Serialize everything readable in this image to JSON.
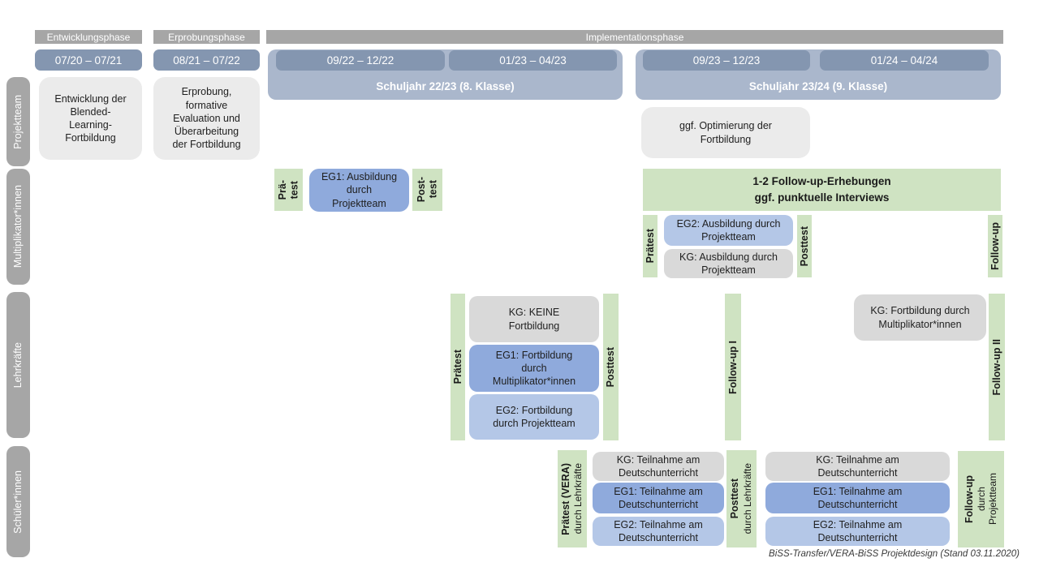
{
  "header": {
    "phases": [
      "Entwicklungsphase",
      "Erprobungsphase",
      "Implementationsphase"
    ],
    "date_ranges": [
      "07/20 – 07/21",
      "08/21 – 07/22",
      "09/22 – 12/22",
      "01/23 – 04/23",
      "09/23 – 12/23",
      "01/24 – 04/24"
    ],
    "school_years": [
      "Schuljahr 22/23 (8. Klasse)",
      "Schuljahr 23/24 (9. Klasse)"
    ]
  },
  "sidebar": {
    "rows": [
      "Projektteam",
      "Multiplikator*innen",
      "Lehrkräfte",
      "Schüler*innen"
    ]
  },
  "projektteam": {
    "development": "Entwicklung der\nBlended-\nLearning-\nFortbildung",
    "trial": "Erprobung,\nformative\nEvaluation und\nÜberarbeitung\nder Fortbildung",
    "optimization": "ggf. Optimierung der\nFortbildung"
  },
  "multiplikatoren": {
    "praetest_short": "Prä-\ntest",
    "eg1": "EG1: Ausbildung\ndurch\nProjektteam",
    "posttest_short": "Post-\ntest",
    "followup_box": "1-2 Follow-up-Erhebungen\nggf. punktuelle Interviews",
    "praetest": "Prätest",
    "eg2": "EG2: Ausbildung durch\nProjektteam",
    "kg": "KG: Ausbildung durch\nProjektteam",
    "posttest": "Posttest",
    "followup": "Follow-up"
  },
  "lehrkraefte": {
    "praetest": "Prätest",
    "kg": "KG: KEINE\nFortbildung",
    "eg1": "EG1: Fortbildung\ndurch\nMultiplikator*innen",
    "eg2": "EG2: Fortbildung\ndurch Projektteam",
    "posttest": "Posttest",
    "followup1": "Follow-up I",
    "kg_followup": "KG: Fortbildung durch\nMultiplikator*innen",
    "followup2": "Follow-up II"
  },
  "schueler": {
    "praetest_main": "Prätest (VERA)",
    "praetest_sub": "durch Lehrkräfte",
    "kg_1": "KG: Teilnahme am\nDeutschunterricht",
    "eg1_1": "EG1: Teilnahme am\nDeutschunterricht",
    "eg2_1": "EG2: Teilnahme am\nDeutschunterricht",
    "posttest_main": "Posttest",
    "posttest_sub": "durch Lehrkräfte",
    "kg_2": "KG: Teilnahme am\nDeutschunterricht",
    "eg1_2": "EG1: Teilnahme am\nDeutschunterricht",
    "eg2_2": "EG2: Teilnahme am\nDeutschunterricht",
    "followup_main": "Follow-up",
    "followup_sub": "durch\nProjektteam"
  },
  "footer": {
    "caption": "BiSS-Transfer/VERA-BiSS Projektdesign (Stand 03.11.2020)"
  },
  "colors": {
    "phase_gray": "#a6a6a6",
    "date_blue": "#8496b0",
    "band_blue": "#aab7cc",
    "eg1_blue": "#8faadc",
    "eg2_blue": "#b4c7e7",
    "kg_gray": "#d9d9d9",
    "box_gray": "#ebebeb",
    "green": "#cfe3c2"
  }
}
